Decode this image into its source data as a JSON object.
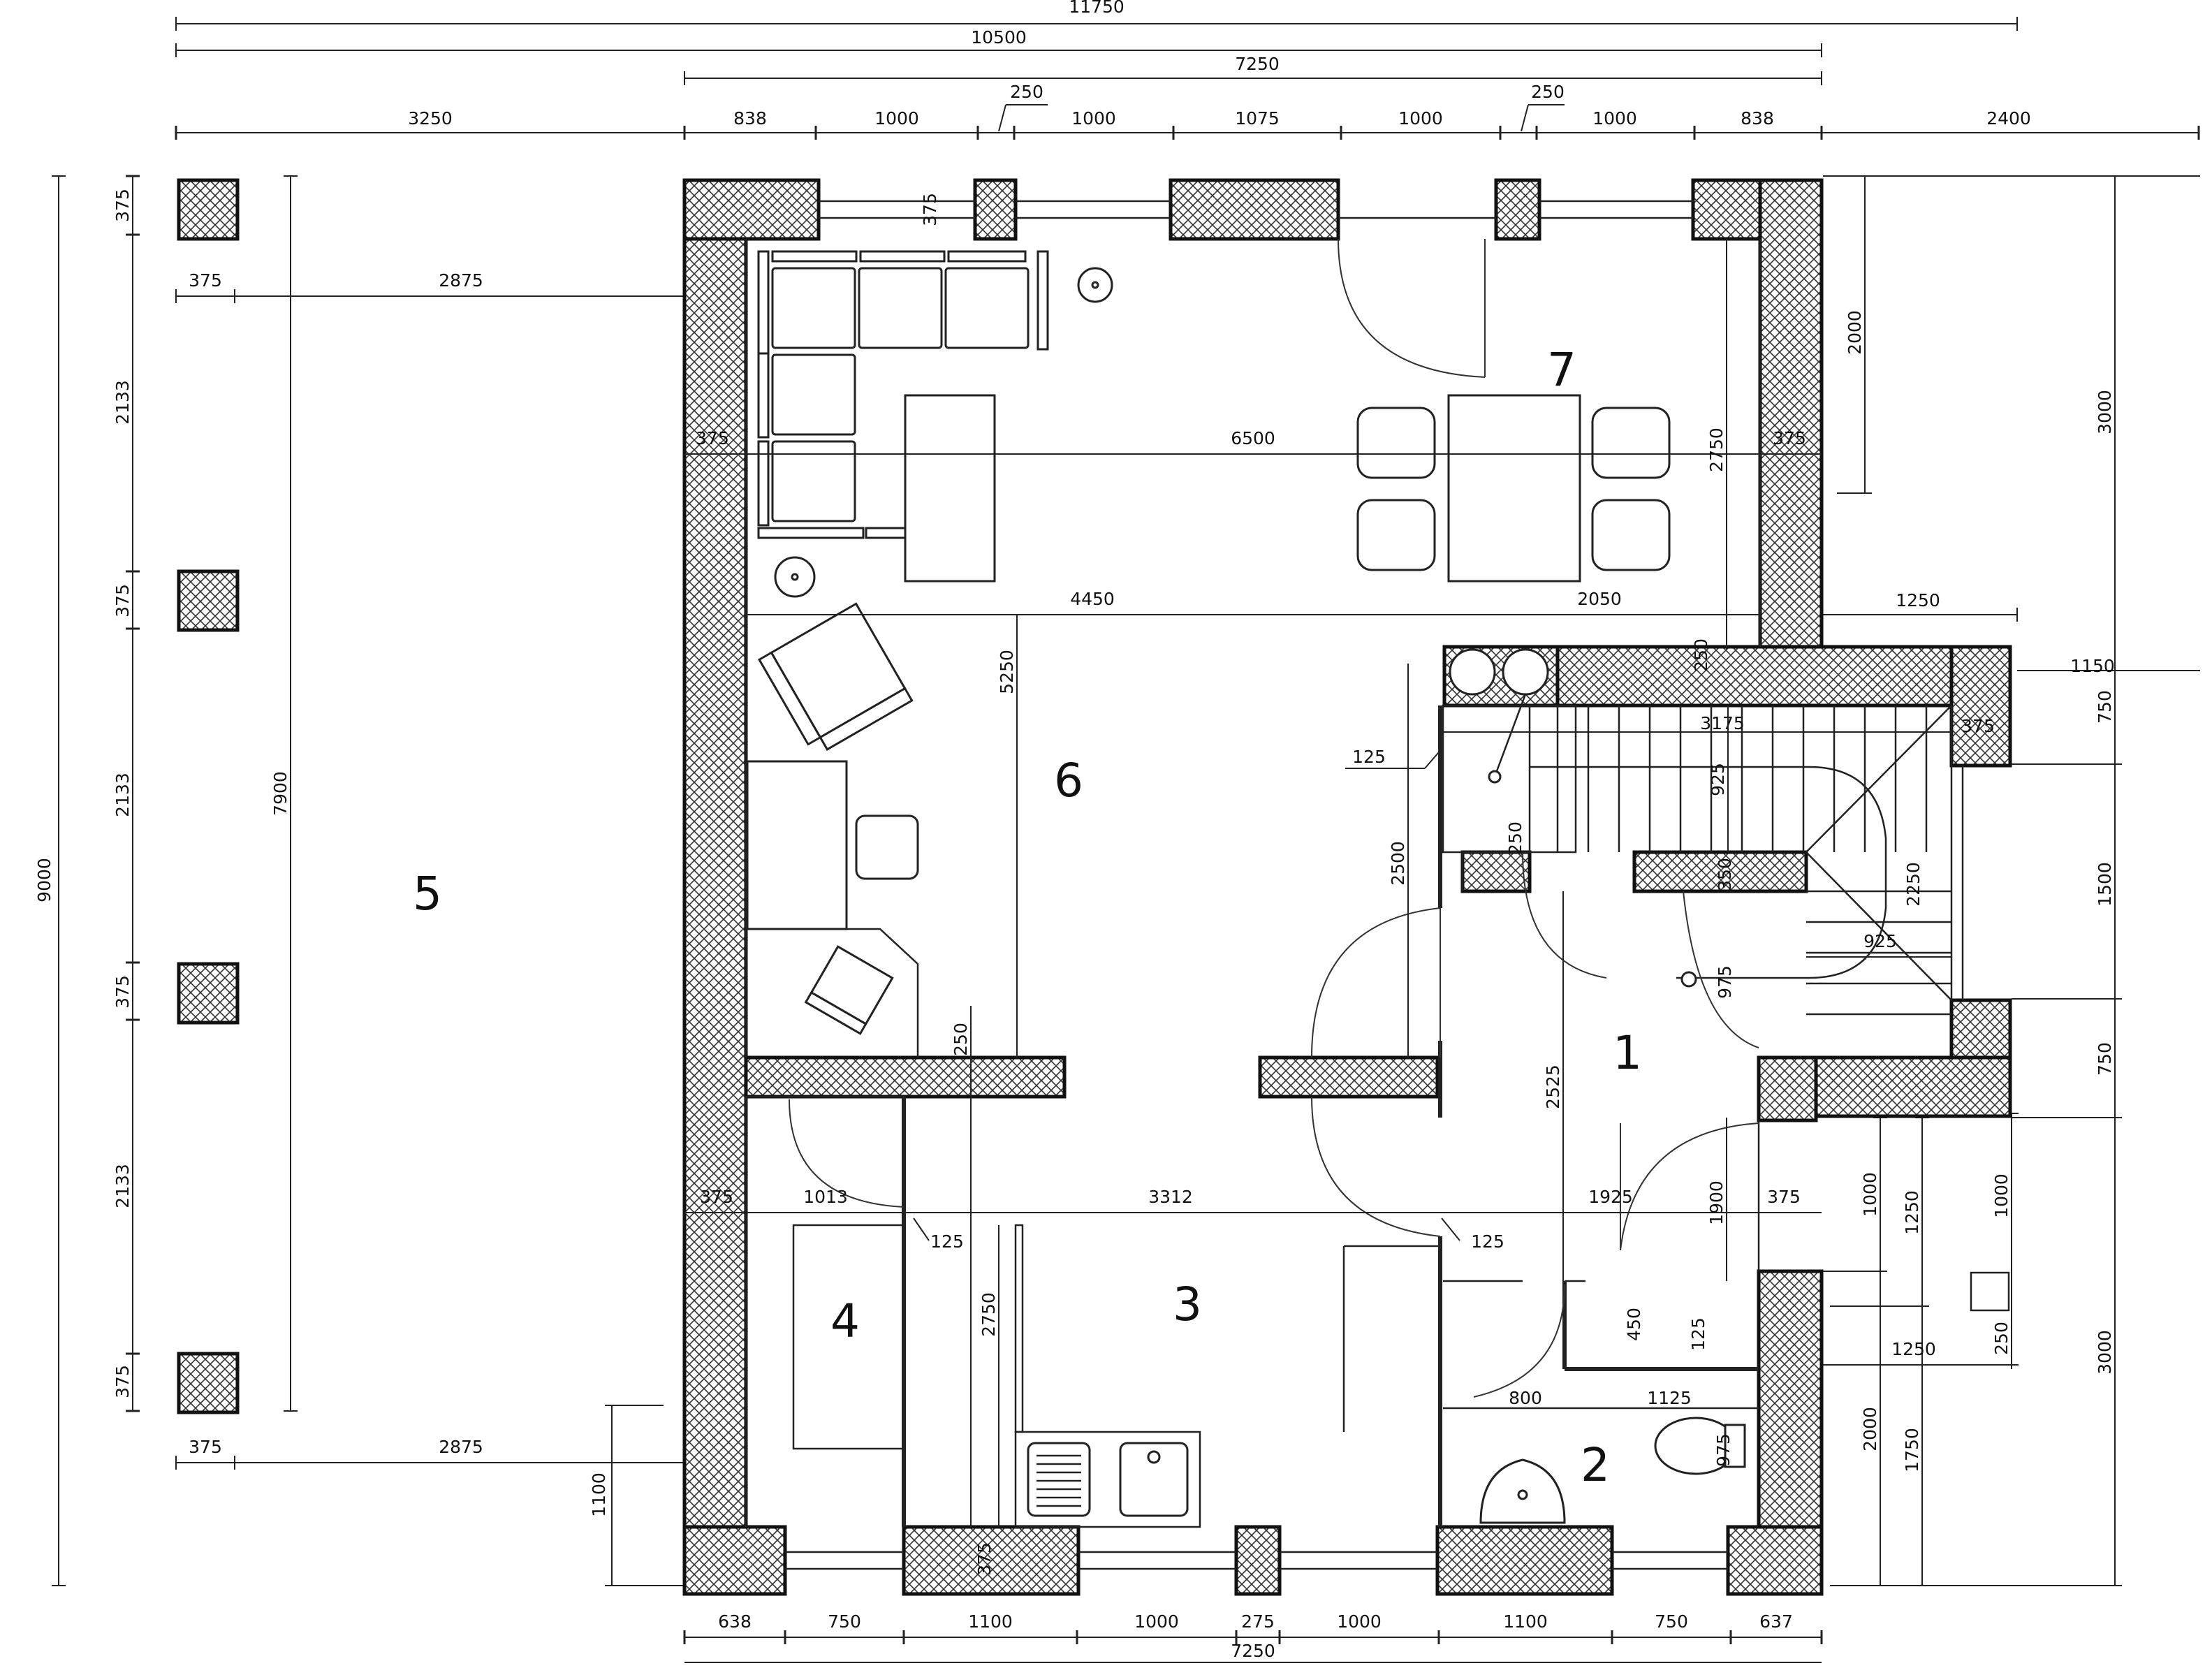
{
  "dims": {
    "top_overall": "11750",
    "top_10500": "10500",
    "top_7250": "7250",
    "top_row": [
      "3250",
      "838",
      "1000",
      "250",
      "1000",
      "1075",
      "1000",
      "250",
      "1000",
      "838",
      "2400"
    ],
    "bottom_row": [
      "638",
      "750",
      "1100",
      "1000",
      "275",
      "1000",
      "1100",
      "750",
      "637"
    ],
    "bottom_total": "7250",
    "left_overall": "9000",
    "left_7900": "7900",
    "left_col": [
      "375",
      "2133",
      "375",
      "2133",
      "375",
      "2133",
      "375"
    ],
    "left_1100": "1100",
    "col_375_top": "375",
    "col_375_bottom": "375",
    "terrace_2875_top": "2875",
    "terrace_2875_bottom": "2875",
    "right_3000_top": "3000",
    "right_2000_top": "2000",
    "right_1250": "1250",
    "right_1150": "1150",
    "right_750_a": "750",
    "right_1500": "1500",
    "right_750_b": "750",
    "right_3000_bottom": "3000",
    "right_1000_a": "1000",
    "right_1250_b": "1250",
    "right_2000_b": "2000",
    "right_1750": "1750",
    "right_1000_b": "1000",
    "right_250": "250",
    "right_1250_c": "1250",
    "inner": {
      "d6500": "6500",
      "d375_l": "375",
      "d375_r": "375",
      "d2750": "2750",
      "d4450": "4450",
      "d2050": "2050",
      "d5250": "5250",
      "d250_a": "250",
      "d3175": "3175",
      "d125_a": "125",
      "d925_a": "925",
      "d2500": "2500",
      "d250_b": "250",
      "d350": "350",
      "d2250": "2250",
      "d925_b": "925",
      "d975_a": "975",
      "d375_st": "375",
      "d2525": "2525",
      "d250_c": "250",
      "d375_w": "375",
      "d1013": "1013",
      "d3312": "3312",
      "d1925": "1925",
      "d1900": "1900",
      "d375_e": "375",
      "d125_b": "125",
      "d125_c": "125",
      "d2750_k": "2750",
      "d450": "450",
      "d125_d": "125",
      "d800": "800",
      "d1125": "1125",
      "d975_b": "975",
      "d375_bot": "375",
      "d375_top": "375"
    }
  },
  "rooms": {
    "r1": "1",
    "r2": "2",
    "r3": "3",
    "r4": "4",
    "r5": "5",
    "r6": "6",
    "r7": "7"
  }
}
